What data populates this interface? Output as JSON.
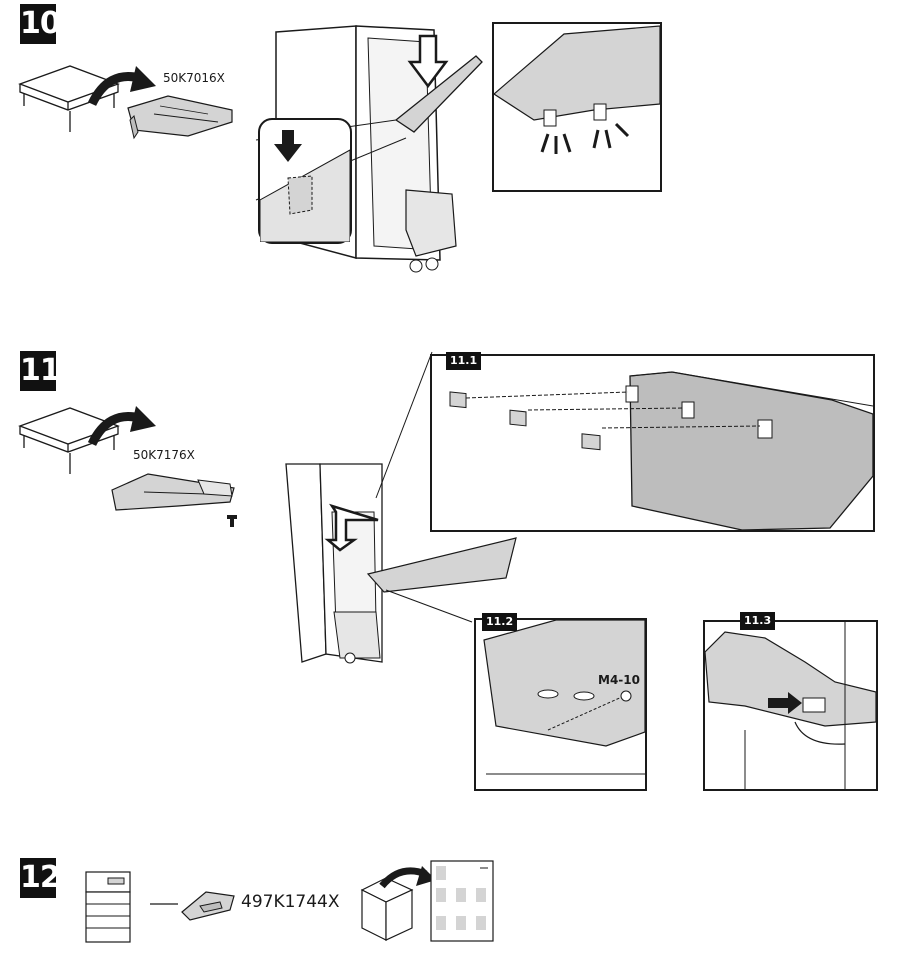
{
  "steps": [
    {
      "number": "10",
      "part_number": "50K7016X"
    },
    {
      "number": "11",
      "part_number": "50K7176X",
      "sub_steps": [
        {
          "label": "11.1"
        },
        {
          "label": "11.2",
          "screw_label": "M4-10"
        },
        {
          "label": "11.3"
        }
      ]
    },
    {
      "number": "12",
      "part_number": "497K1744X"
    }
  ],
  "colors": {
    "ink": "#1a1a1a",
    "fill_light": "#d4d4d4",
    "fill_mid": "#bdbdbd",
    "paper": "#ffffff"
  },
  "icons": [
    "box-icon",
    "curved-arrow-icon",
    "down-arrow-icon",
    "right-arrow-icon",
    "screw-icon",
    "printer-icon",
    "document-sheet-icon"
  ]
}
